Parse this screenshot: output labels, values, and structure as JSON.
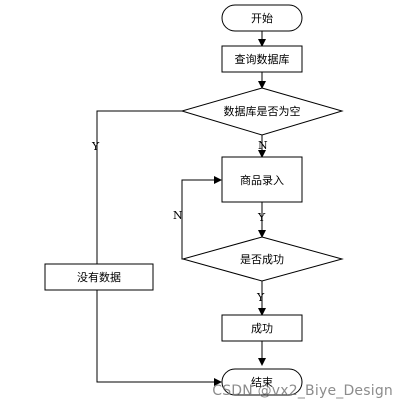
{
  "nodes": {
    "start": "开始",
    "query": "查询数据库",
    "check_empty": "数据库是否为空",
    "entry": "商品录入",
    "check_success": "是否成功",
    "success": "成功",
    "no_data": "没有数据",
    "end": "结束"
  },
  "edges": {
    "empty_no": "N",
    "entry_yes": "Y",
    "success_no": "N",
    "success_yes": "Y",
    "empty_yes": "Y"
  },
  "watermark": "CSDN @vx2_Biye_Design",
  "colors": {
    "stroke": "#000000",
    "fill": "#ffffff",
    "watermark": "#808080"
  }
}
